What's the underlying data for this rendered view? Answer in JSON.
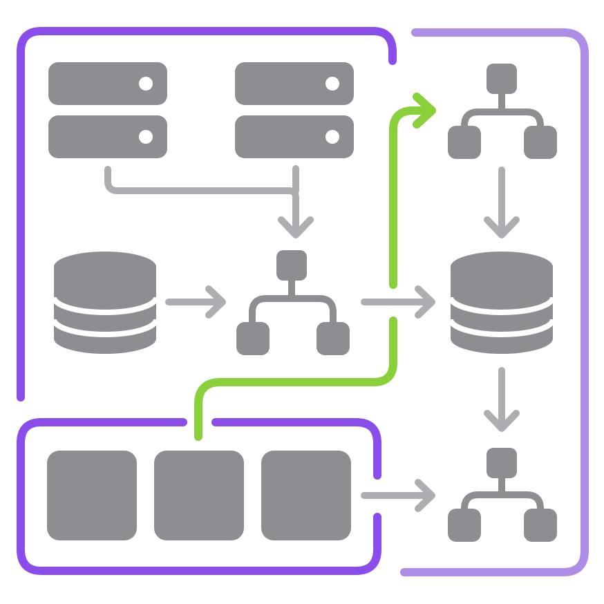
{
  "palette": {
    "background": "#ffffff",
    "node_gray": "#8e8d92",
    "arrow_gray": "#aeadb2",
    "stripe": "#ffffff",
    "group_purple": "#8b4dea",
    "group_lavender": "#ad8de6",
    "highlight_green": "#8ad03b"
  },
  "groups": [
    {
      "name": "source-group",
      "color": "purple"
    },
    {
      "name": "block-group",
      "color": "purple"
    },
    {
      "name": "target-group",
      "color": "lavender"
    }
  ],
  "nodes": [
    {
      "name": "server-stack-left",
      "icon": "server-icon",
      "count": 2
    },
    {
      "name": "server-stack-right",
      "icon": "server-icon",
      "count": 2
    },
    {
      "name": "database-source",
      "icon": "database-icon"
    },
    {
      "name": "hierarchy-center",
      "icon": "hierarchy-icon"
    },
    {
      "name": "block-row",
      "icon": "square-block-icon",
      "count": 3
    },
    {
      "name": "hierarchy-top-right",
      "icon": "hierarchy-icon"
    },
    {
      "name": "database-target",
      "icon": "database-icon"
    },
    {
      "name": "hierarchy-bottom-right",
      "icon": "hierarchy-icon"
    }
  ],
  "edges": [
    {
      "from": "server-stack-left",
      "to": "hierarchy-center",
      "style": "gray"
    },
    {
      "from": "server-stack-right",
      "to": "hierarchy-center",
      "style": "gray"
    },
    {
      "from": "database-source",
      "to": "hierarchy-center",
      "style": "gray"
    },
    {
      "from": "hierarchy-center",
      "to": "database-target",
      "style": "gray"
    },
    {
      "from": "block-row",
      "to": "hierarchy-top-right",
      "style": "green-highlight"
    },
    {
      "from": "hierarchy-top-right",
      "to": "database-target",
      "style": "gray"
    },
    {
      "from": "database-target",
      "to": "hierarchy-bottom-right",
      "style": "gray"
    },
    {
      "from": "block-row",
      "to": "hierarchy-bottom-right",
      "style": "gray"
    }
  ]
}
